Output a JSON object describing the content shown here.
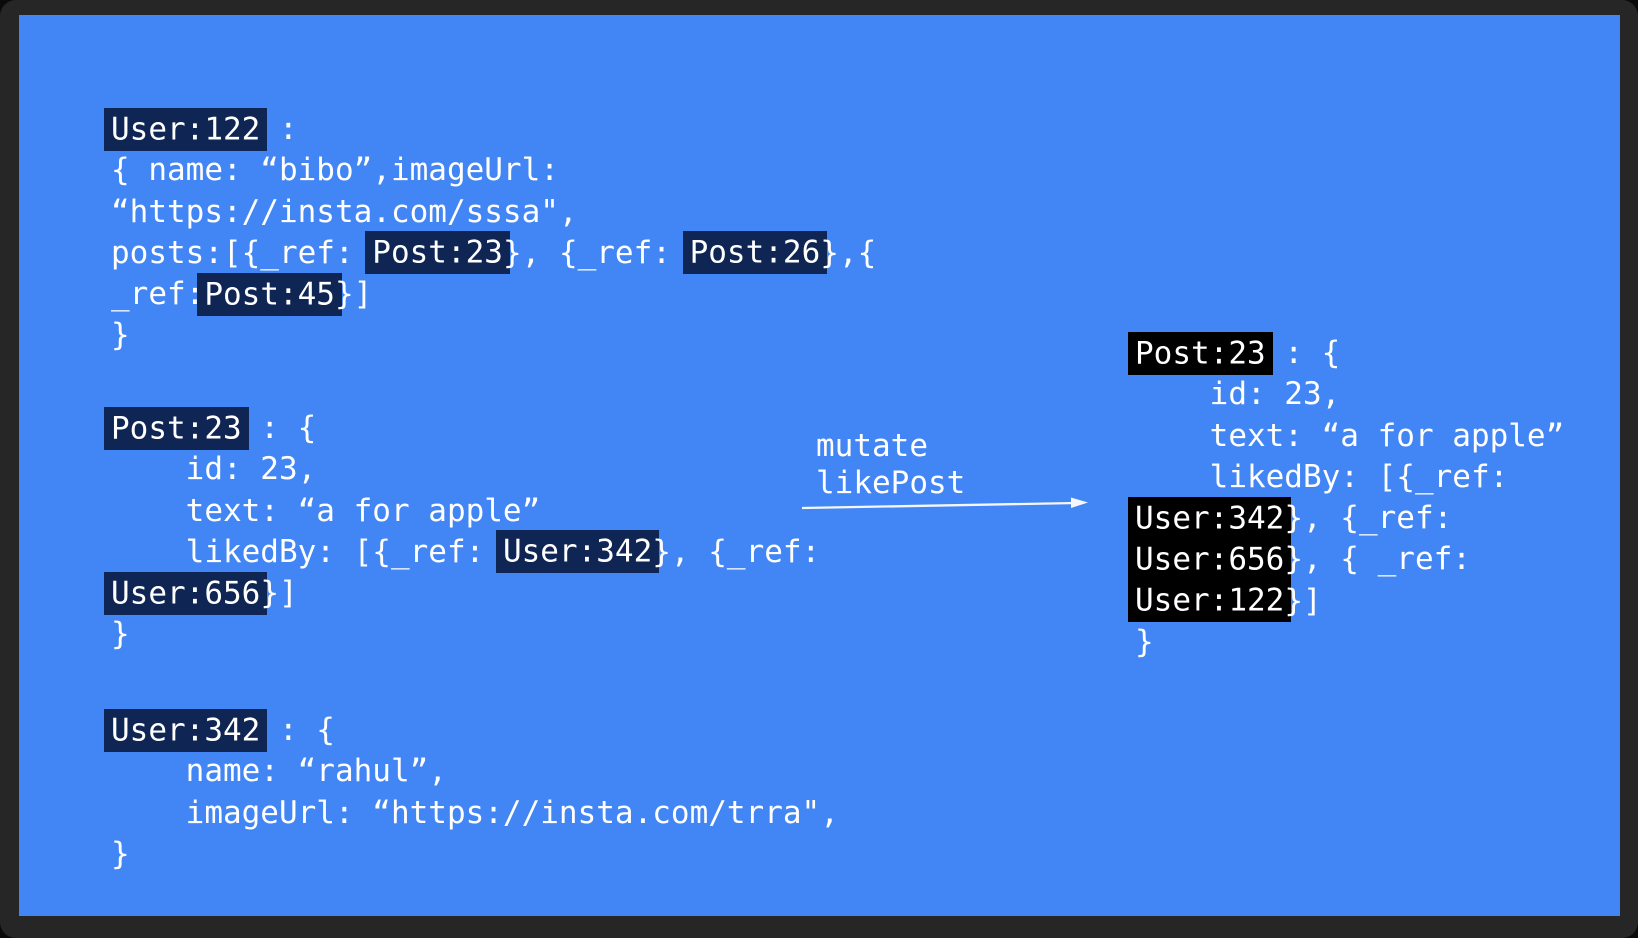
{
  "colors": {
    "frame": "#262626",
    "panel": "#4285f4",
    "hl-left": "#0f2554",
    "hl-right": "#000000",
    "text": "#ffffff",
    "arrow": "#f5f7fb"
  },
  "arrow": {
    "labels": [
      "mutate",
      "likePost"
    ]
  },
  "blocks": [
    {
      "id": "user-122-before",
      "entity": "User:122",
      "lines": [
        [
          {
            "text": "User:122",
            "highlight": true
          },
          {
            "text": " :"
          }
        ],
        [
          {
            "text": "{ name: “bibo”,imageUrl:"
          }
        ],
        [
          {
            "text": "“https://insta.com/sssa\","
          }
        ],
        [
          {
            "text": "posts:[{_ref: "
          },
          {
            "text": "Post:23",
            "highlight": true
          },
          {
            "text": "}, {_ref: "
          },
          {
            "text": "Post:26",
            "highlight": true
          },
          {
            "text": "},{"
          }
        ],
        [
          {
            "text": "_ref:"
          },
          {
            "text": "Post:45",
            "highlight": true
          },
          {
            "text": "}]"
          }
        ],
        [
          {
            "text": "}"
          }
        ]
      ]
    },
    {
      "id": "post-23-before",
      "entity": "Post:23",
      "lines": [
        [
          {
            "text": "Post:23",
            "highlight": true
          },
          {
            "text": " : {"
          }
        ],
        [
          {
            "text": "    id: 23,"
          }
        ],
        [
          {
            "text": "    text: “a for apple”"
          }
        ],
        [
          {
            "text": "    likedBy: [{_ref: "
          },
          {
            "text": "User:342",
            "highlight": true
          },
          {
            "text": "}, {_ref:"
          }
        ],
        [
          {
            "text": "User:656",
            "highlight": true
          },
          {
            "text": "}]"
          }
        ],
        [
          {
            "text": "}"
          }
        ]
      ]
    },
    {
      "id": "user-342-before",
      "entity": "User:342",
      "lines": [
        [
          {
            "text": "User:342",
            "highlight": true
          },
          {
            "text": " : {"
          }
        ],
        [
          {
            "text": "    name: “rahul”,"
          }
        ],
        [
          {
            "text": "    imageUrl: “https://insta.com/trra\","
          }
        ],
        [
          {
            "text": "}"
          }
        ]
      ]
    },
    {
      "id": "post-23-after",
      "entity": "Post:23",
      "lines": [
        [
          {
            "text": "Post:23",
            "highlight": true
          },
          {
            "text": " : {"
          }
        ],
        [
          {
            "text": "    id: 23,"
          }
        ],
        [
          {
            "text": "    text: “a for apple”"
          }
        ],
        [
          {
            "text": "    likedBy: [{_ref:"
          }
        ],
        [
          {
            "text": "User:342",
            "highlight": true
          },
          {
            "text": "}, {_ref:"
          }
        ],
        [
          {
            "text": "User:656",
            "highlight": true
          },
          {
            "text": "}, { _ref:"
          }
        ],
        [
          {
            "text": "User:122",
            "highlight": true
          },
          {
            "text": "}]"
          }
        ],
        [
          {
            "text": "}"
          }
        ]
      ]
    }
  ]
}
